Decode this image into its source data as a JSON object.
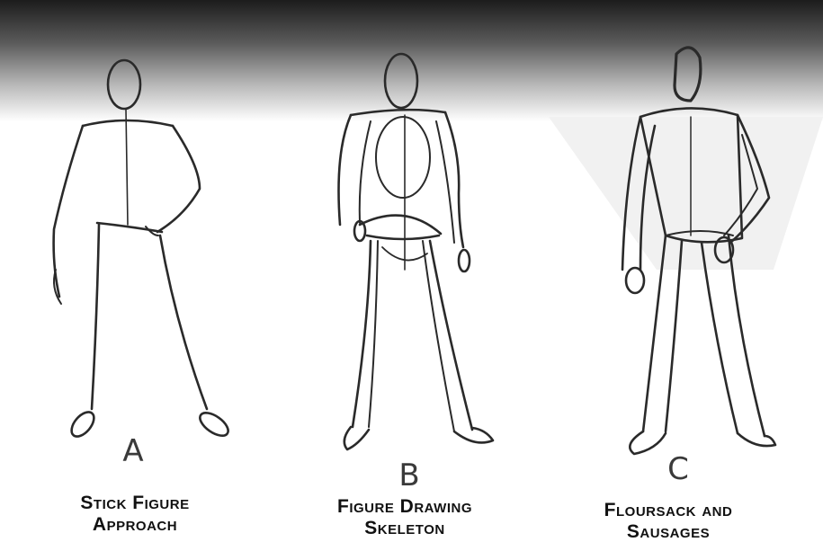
{
  "background": {
    "top_color": "#1c1c1c",
    "bottom_color": "#ffffff"
  },
  "panels": [
    {
      "letter": "A",
      "caption_line1": "Stick Figure",
      "caption_line2": "Approach"
    },
    {
      "letter": "B",
      "caption_line1": "Figure Drawing",
      "caption_line2": "Skeleton"
    },
    {
      "letter": "C",
      "caption_line1": "Floursack and",
      "caption_line2": "Sausages"
    }
  ],
  "colors": {
    "stroke": "#2a2a2a",
    "caption": "#111111"
  }
}
